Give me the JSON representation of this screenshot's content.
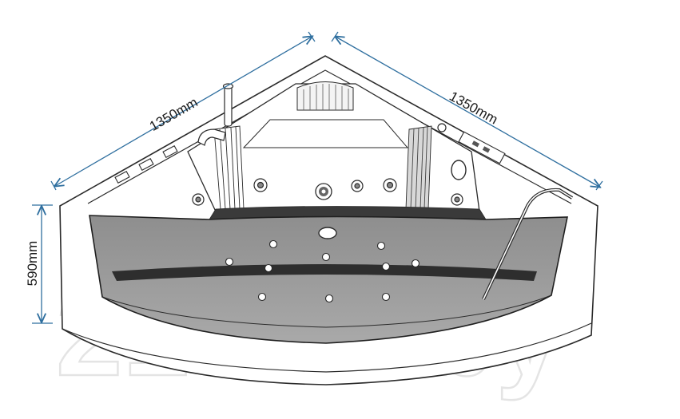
{
  "diagram": {
    "dimensions": {
      "left_width": "1350mm",
      "right_width": "1350mm",
      "height": "590mm"
    },
    "watermark": "21vek.by",
    "colors": {
      "dimension_line": "#2f6f9f",
      "outline": "#2a2a2a",
      "glass_tint": "#9a9a9a"
    }
  }
}
